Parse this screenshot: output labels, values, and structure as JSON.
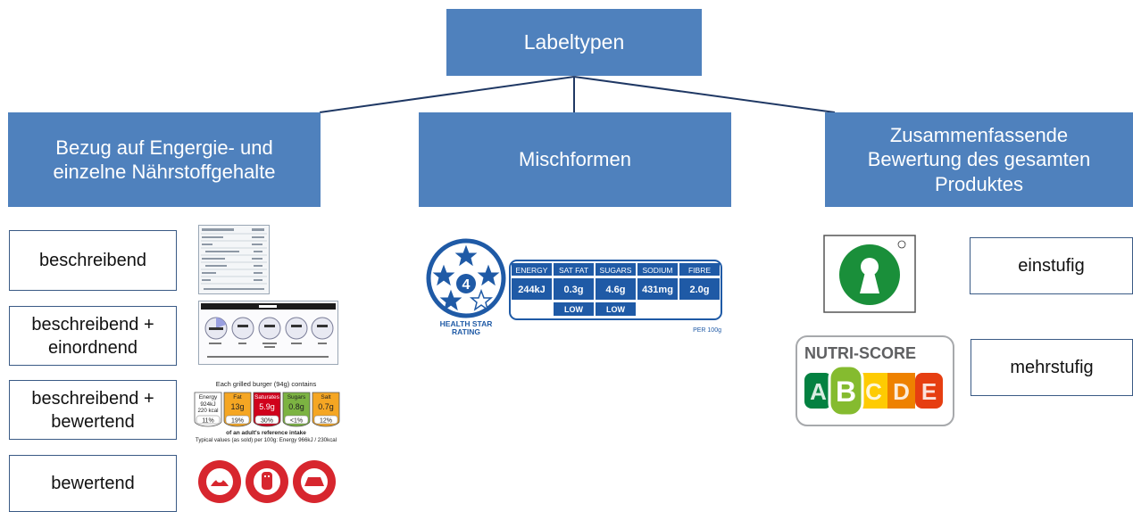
{
  "root": {
    "label": "Labeltypen"
  },
  "categories": [
    {
      "label": "Bezug auf Engergie- und einzelne Nährstoffgehalte"
    },
    {
      "label": "Mischformen"
    },
    {
      "label": "Zusammenfassende Bewertung des gesamten Produktes"
    }
  ],
  "left_types": [
    {
      "label": "beschreibend"
    },
    {
      "label": "beschreibend + einordnend"
    },
    {
      "label": "beschreibend + bewertend"
    },
    {
      "label": "bewertend"
    }
  ],
  "right_types": [
    {
      "label": "einstufig"
    },
    {
      "label": "mehrstufig"
    }
  ],
  "gda_label": {
    "header": "Each grilled burger (94g) contains",
    "columns": [
      {
        "name": "Energy",
        "value": "924kJ 220 kcal",
        "pct": "11%",
        "color": "#ffffff"
      },
      {
        "name": "Fat",
        "value": "13g",
        "pct": "19%",
        "color": "#f5a623"
      },
      {
        "name": "Saturates",
        "value": "5.9g",
        "pct": "30%",
        "color": "#d0021b"
      },
      {
        "name": "Sugars",
        "value": "0.8g",
        "pct": "<1%",
        "color": "#7cb342"
      },
      {
        "name": "Salt",
        "value": "0.7g",
        "pct": "12%",
        "color": "#f5a623"
      }
    ],
    "footer1": "of an adult's reference intake",
    "footer2": "Typical values (as sold) per 100g: Energy 966kJ / 230kcal"
  },
  "health_star": {
    "rating": "4",
    "caption_line1": "HEALTH STAR",
    "caption_line2": "RATING",
    "nutrients": [
      {
        "name": "ENERGY",
        "value": "244kJ",
        "note": ""
      },
      {
        "name": "SAT FAT",
        "value": "0.3g",
        "note": "LOW"
      },
      {
        "name": "SUGARS",
        "value": "4.6g",
        "note": "LOW"
      },
      {
        "name": "SODIUM",
        "value": "431mg",
        "note": ""
      },
      {
        "name": "FIBRE",
        "value": "2.0g",
        "note": ""
      }
    ],
    "per": "PER 100g"
  },
  "nutri_score": {
    "title": "NUTRI-SCORE",
    "letters": [
      "A",
      "B",
      "C",
      "D",
      "E"
    ],
    "selected": "B",
    "colors": [
      "#038141",
      "#85bb2f",
      "#fecb02",
      "#ee8100",
      "#e63e11"
    ]
  },
  "colors": {
    "node_fill": "#4f81bd",
    "connector": "#1f3864",
    "box_border": "#3a5a85"
  }
}
